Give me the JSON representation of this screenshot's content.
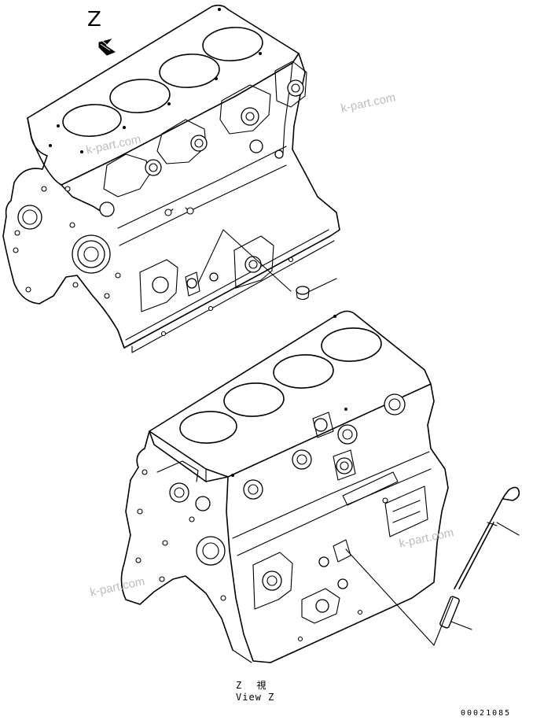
{
  "view_marker": {
    "letter": "Z"
  },
  "caption": {
    "line1": "Z 視",
    "line2": "View Z"
  },
  "figure_number": "00021085",
  "watermark": {
    "text": "k-part.com"
  },
  "icons": {
    "arrow": "view-direction-arrow-icon"
  }
}
